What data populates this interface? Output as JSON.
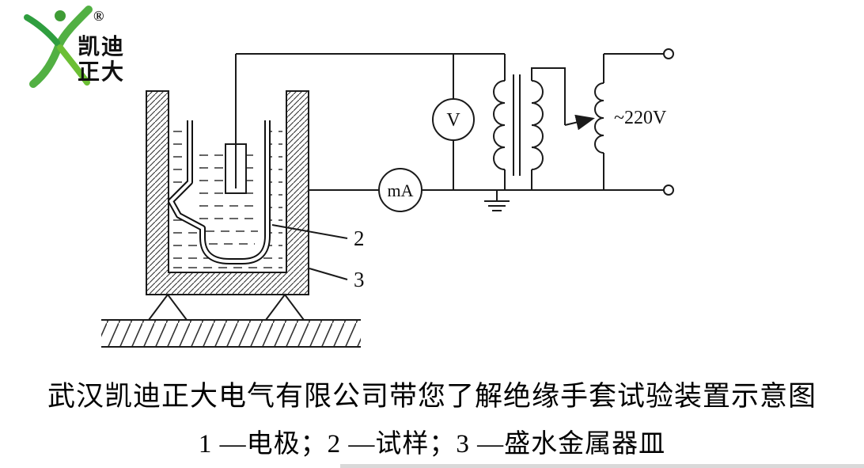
{
  "logo": {
    "brand_line1": "凯迪",
    "brand_line2": "正大",
    "registered_mark": "®"
  },
  "diagram": {
    "voltmeter_label": "V",
    "milliammeter_label": "mA",
    "voltage_label": "~220V",
    "label_sample": "2",
    "label_vessel": "3"
  },
  "caption": {
    "line1": "武汉凯迪正大电气有限公司带您了解绝缘手套试验装置示意图",
    "line2": "1 —电极；2 —试样；3 —盛水金属器皿"
  },
  "colors": {
    "brand_green": "#4aa83d",
    "brand_red": "#e60012",
    "line": "#1a1a1a"
  }
}
